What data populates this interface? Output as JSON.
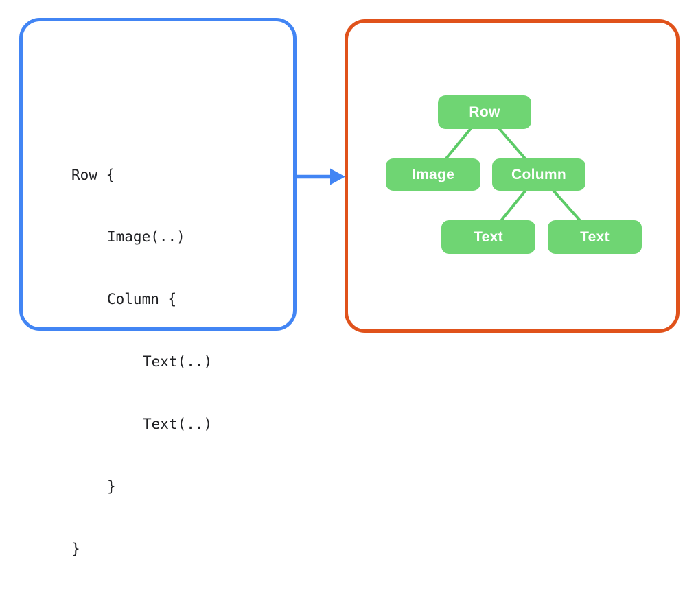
{
  "colors": {
    "panel_blue": "#4285F4",
    "panel_orange": "#E0521B",
    "node_green": "#6FD573",
    "connector_green": "#5CCB67",
    "code_text": "#202124",
    "node_text": "#FFFFFF"
  },
  "code_panel": {
    "lines": [
      {
        "text": "Row {"
      },
      {
        "text": "Image(..)"
      },
      {
        "text": "Column {"
      },
      {
        "text": "Text(..)"
      },
      {
        "text": "Text(..)"
      },
      {
        "text": "}"
      },
      {
        "text": "}"
      }
    ]
  },
  "icons": {
    "arrow": "right-arrow"
  },
  "tree_panel": {
    "nodes": {
      "row": {
        "label": "Row"
      },
      "image": {
        "label": "Image"
      },
      "column": {
        "label": "Column"
      },
      "text1": {
        "label": "Text"
      },
      "text2": {
        "label": "Text"
      }
    },
    "edges": [
      [
        "row",
        "image"
      ],
      [
        "row",
        "column"
      ],
      [
        "column",
        "text1"
      ],
      [
        "column",
        "text2"
      ]
    ]
  }
}
